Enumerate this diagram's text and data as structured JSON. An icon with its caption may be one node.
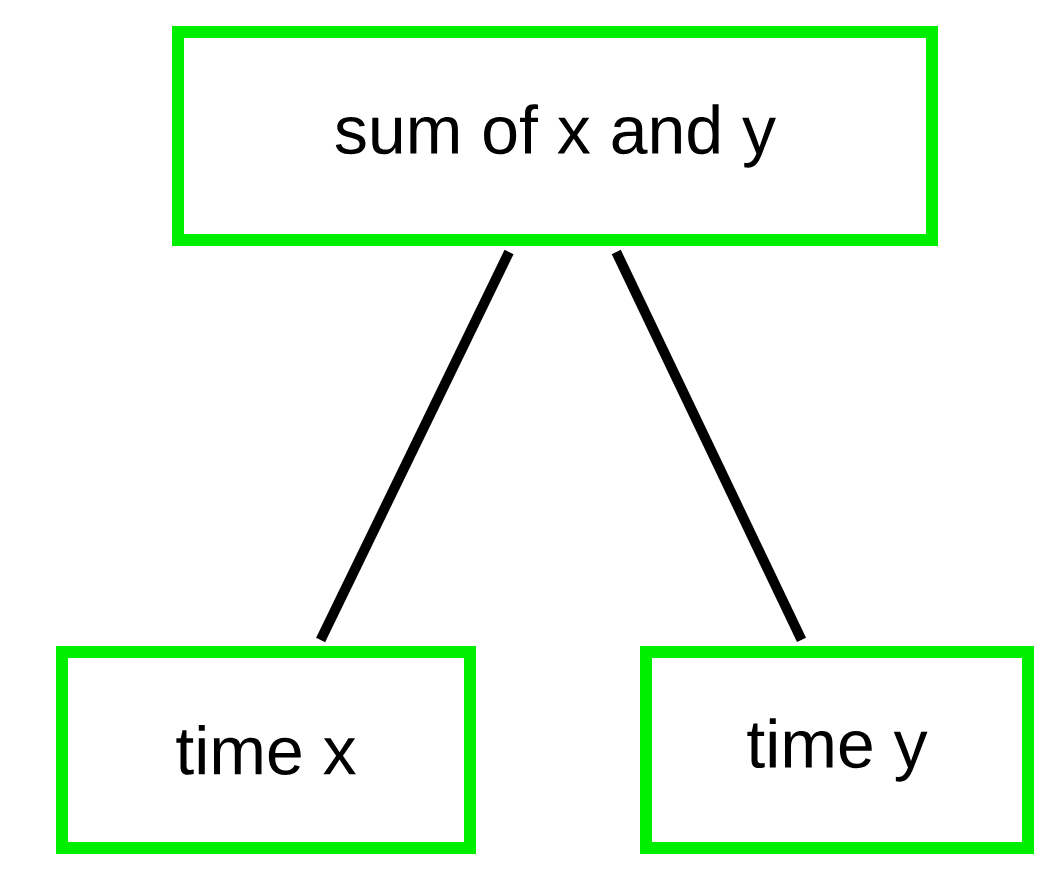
{
  "diagram": {
    "nodes": [
      {
        "text": [
          "sum of x and y"
        ]
      },
      {
        "text": [
          "time x"
        ]
      },
      {
        "text": [
          "time y"
        ]
      }
    ],
    "edges": [
      {
        "from": 0,
        "to": 1,
        "arrow": "none"
      },
      {
        "from": 0,
        "to": 2,
        "arrow": "none"
      }
    ]
  }
}
